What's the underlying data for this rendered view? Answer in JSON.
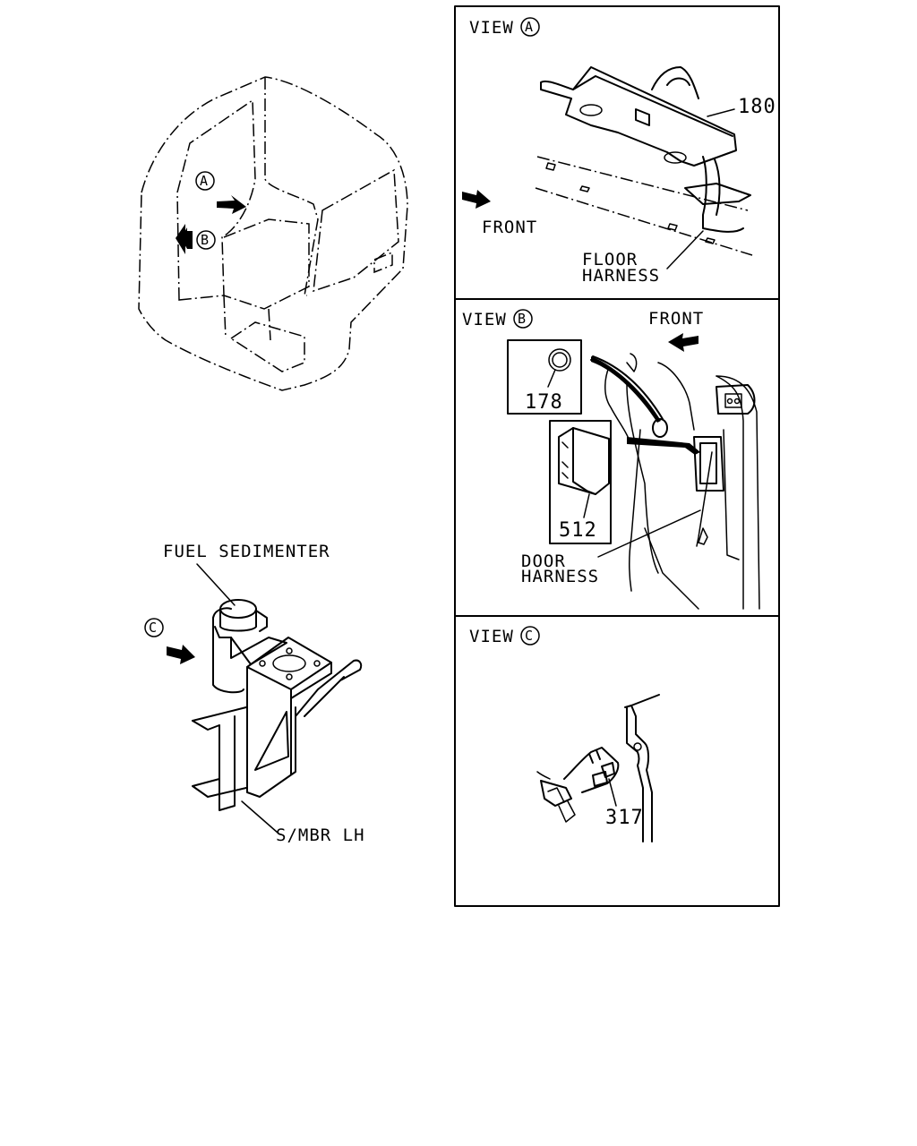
{
  "cab_view": {
    "marker_a": "A",
    "marker_b": "B"
  },
  "fuel_view": {
    "label_fuel_sedimenter": "FUEL SEDIMENTER",
    "marker_c": "C",
    "label_smbr": "S/MBR LH"
  },
  "panel_a": {
    "view_label": "VIEW",
    "view_letter": "A",
    "front_label": "FRONT",
    "part_180": "180",
    "floor_harness_line1": "FLOOR",
    "floor_harness_line2": "HARNESS"
  },
  "panel_b": {
    "view_label": "VIEW",
    "view_letter": "B",
    "front_label": "FRONT",
    "part_178": "178",
    "part_512": "512",
    "door_harness_line1": "DOOR",
    "door_harness_line2": "HARNESS"
  },
  "panel_c": {
    "view_label": "VIEW",
    "view_letter": "C",
    "part_317": "317"
  }
}
